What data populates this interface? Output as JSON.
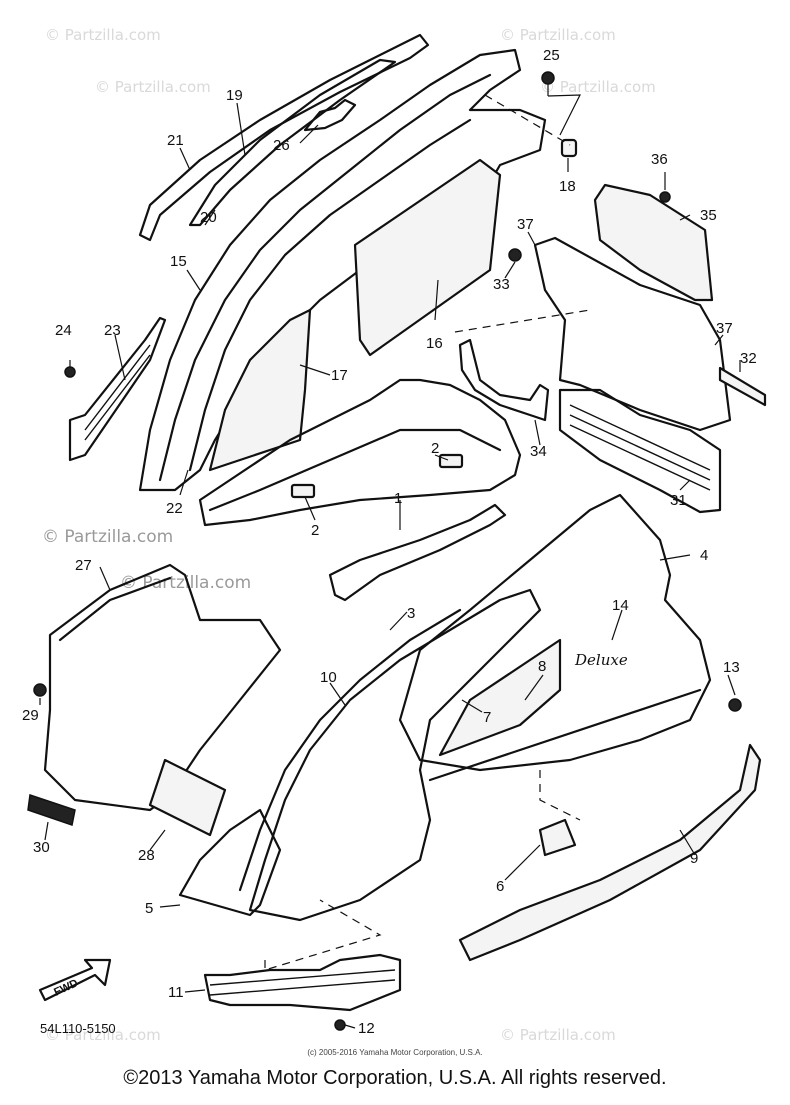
{
  "watermarks": [
    "© Partzilla.com",
    "© Partzilla.com",
    "© Partzilla.com",
    "© Partzilla.com",
    "© Partzilla.com",
    "© Partzilla.com",
    "© Partzilla.com",
    "© Partzilla.com"
  ],
  "callouts": [
    "1",
    "2",
    "2",
    "3",
    "4",
    "5",
    "6",
    "7",
    "8",
    "9",
    "10",
    "11",
    "12",
    "13",
    "14",
    "15",
    "16",
    "17",
    "18",
    "19",
    "20",
    "21",
    "22",
    "23",
    "24",
    "25",
    "26",
    "27",
    "28",
    "29",
    "30",
    "31",
    "32",
    "33",
    "34",
    "35",
    "36",
    "37",
    "37"
  ],
  "diagram_code": "54L110-5150",
  "fwd_label": "FWD",
  "brand_label": "Deluxe",
  "small_copyright": "(c) 2005-2016 Yamaha Motor Corporation, U.S.A.",
  "main_copyright": "©2013 Yamaha Motor Corporation, U.S.A. All rights reserved."
}
